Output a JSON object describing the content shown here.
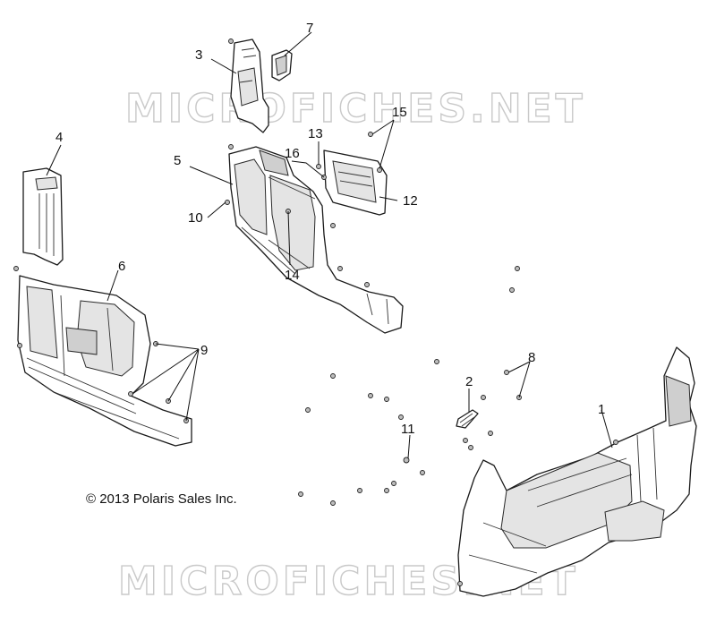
{
  "watermark": {
    "top": "MICROFICHES.NET",
    "bottom": "MICROFICHES.NET"
  },
  "copyright": "© 2013 Polaris Sales Inc.",
  "callouts": [
    "1",
    "2",
    "3",
    "4",
    "5",
    "6",
    "7",
    "8",
    "9",
    "10",
    "11",
    "12",
    "13",
    "14",
    "15",
    "16"
  ]
}
